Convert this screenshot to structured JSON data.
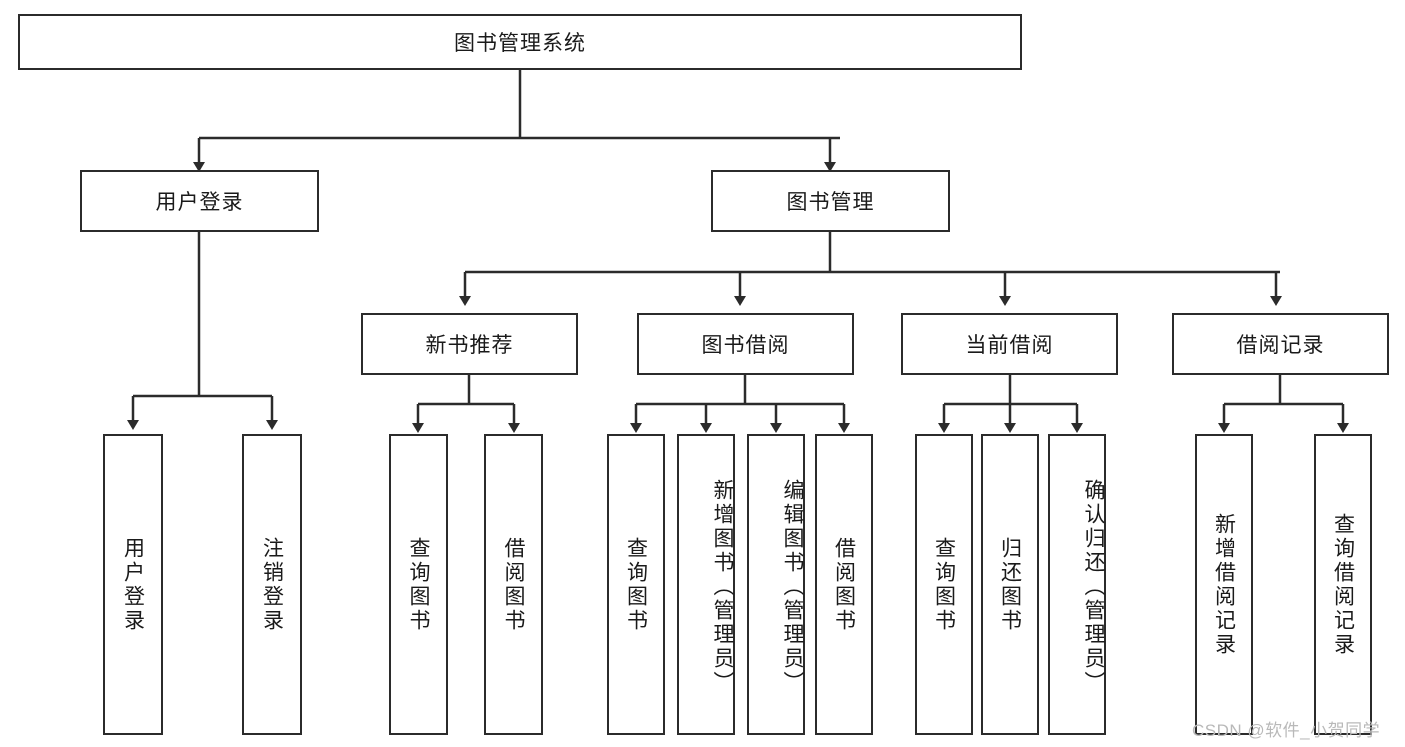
{
  "diagram": {
    "type": "tree-hierarchy",
    "title": "图书管理系统",
    "style": {
      "box_stroke": "#2b2b2b",
      "box_fill": "#ffffff",
      "edge_color": "#2b2b2b",
      "background": "#ffffff",
      "text_color": "#1a1a1a",
      "watermark_color": "#b9b9b9"
    },
    "root": {
      "label": "图书管理系统"
    },
    "level2": [
      {
        "id": "user-login",
        "label": "用户登录"
      },
      {
        "id": "book-management",
        "label": "图书管理"
      }
    ],
    "level3": [
      {
        "id": "new-book-recommend",
        "label": "新书推荐",
        "parent": "book-management"
      },
      {
        "id": "book-borrow",
        "label": "图书借阅",
        "parent": "book-management"
      },
      {
        "id": "current-borrow",
        "label": "当前借阅",
        "parent": "book-management"
      },
      {
        "id": "borrow-record",
        "label": "借阅记录",
        "parent": "book-management"
      }
    ],
    "leaves": {
      "user_login": [
        {
          "id": "leaf-user-login",
          "label": "用户登录"
        },
        {
          "id": "leaf-logout-login",
          "label": "注销登录"
        }
      ],
      "new_book_recommend": [
        {
          "id": "leaf-query-book-1",
          "label": "查询图书"
        },
        {
          "id": "leaf-borrow-book-1",
          "label": "借阅图书"
        }
      ],
      "book_borrow": [
        {
          "id": "leaf-query-book-2",
          "label": "查询图书"
        },
        {
          "id": "leaf-add-book",
          "label": "新增图书（管理员）"
        },
        {
          "id": "leaf-edit-book",
          "label": "编辑图书（管理员）"
        },
        {
          "id": "leaf-borrow-book-2",
          "label": "借阅图书"
        }
      ],
      "current_borrow": [
        {
          "id": "leaf-query-book-3",
          "label": "查询图书"
        },
        {
          "id": "leaf-return-book",
          "label": "归还图书"
        },
        {
          "id": "leaf-confirm-return",
          "label": "确认归还（管理员）"
        }
      ],
      "borrow_record": [
        {
          "id": "leaf-add-record",
          "label": "新增借阅记录"
        },
        {
          "id": "leaf-query-record",
          "label": "查询借阅记录"
        }
      ]
    }
  },
  "watermark": {
    "text": "CSDN @软件_小贺同学"
  }
}
